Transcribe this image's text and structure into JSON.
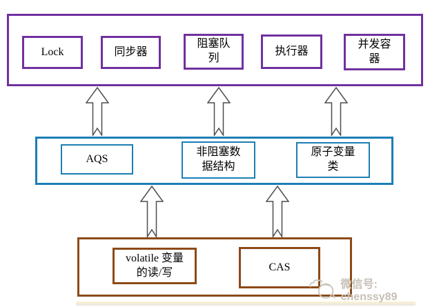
{
  "diagram": {
    "layers": {
      "top": {
        "border_color": "#7030A0",
        "boxes": [
          {
            "label": "Lock"
          },
          {
            "label": "同步器"
          },
          {
            "label": "阻塞队\n列"
          },
          {
            "label": "执行器"
          },
          {
            "label": "并发容\n器"
          }
        ]
      },
      "middle": {
        "border_color": "#1B7EB5",
        "boxes": [
          {
            "label": "AQS"
          },
          {
            "label": "非阻塞数\n据结构"
          },
          {
            "label": "原子变量\n类"
          }
        ]
      },
      "bottom": {
        "border_color": "#8B4A17",
        "boxes": [
          {
            "label": "volatile 变量\n的读/写"
          },
          {
            "label": "CAS"
          }
        ]
      }
    },
    "arrows": {
      "direction": "up",
      "row1_count": 3,
      "row2_count": 2,
      "outline_color": "#4D4D4D"
    },
    "watermark": {
      "icon": "wechat-doodle-icon",
      "text": "微信号: chenssy89",
      "color": "#C7BFB4"
    }
  }
}
